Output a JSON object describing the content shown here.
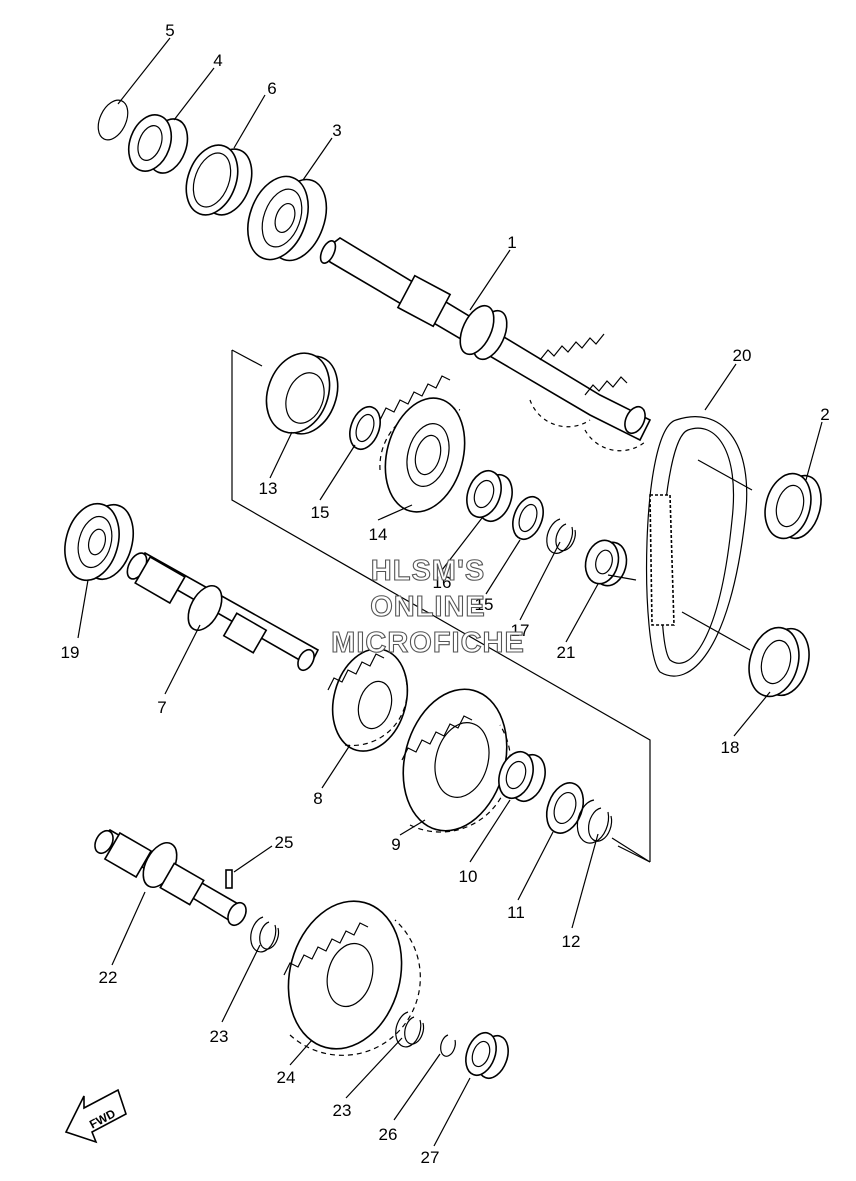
{
  "watermark": {
    "line1": "HLSM'S",
    "line2": "ONLINE",
    "line3": "MICROFICHE"
  },
  "fwd_label": "FWD",
  "callouts": [
    {
      "id": "5",
      "text": "5"
    },
    {
      "id": "4",
      "text": "4"
    },
    {
      "id": "6",
      "text": "6"
    },
    {
      "id": "3",
      "text": "3"
    },
    {
      "id": "1",
      "text": "1"
    },
    {
      "id": "20",
      "text": "20"
    },
    {
      "id": "2",
      "text": "2"
    },
    {
      "id": "13",
      "text": "13"
    },
    {
      "id": "15a",
      "text": "15"
    },
    {
      "id": "14",
      "text": "14"
    },
    {
      "id": "16",
      "text": "16"
    },
    {
      "id": "15b",
      "text": "15"
    },
    {
      "id": "17",
      "text": "17"
    },
    {
      "id": "21",
      "text": "21"
    },
    {
      "id": "19",
      "text": "19"
    },
    {
      "id": "7",
      "text": "7"
    },
    {
      "id": "18",
      "text": "18"
    },
    {
      "id": "8",
      "text": "8"
    },
    {
      "id": "9",
      "text": "9"
    },
    {
      "id": "10",
      "text": "10"
    },
    {
      "id": "11",
      "text": "11"
    },
    {
      "id": "12",
      "text": "12"
    },
    {
      "id": "25",
      "text": "25"
    },
    {
      "id": "22",
      "text": "22"
    },
    {
      "id": "23a",
      "text": "23"
    },
    {
      "id": "24",
      "text": "24"
    },
    {
      "id": "23b",
      "text": "23"
    },
    {
      "id": "26",
      "text": "26"
    },
    {
      "id": "27",
      "text": "27"
    }
  ]
}
